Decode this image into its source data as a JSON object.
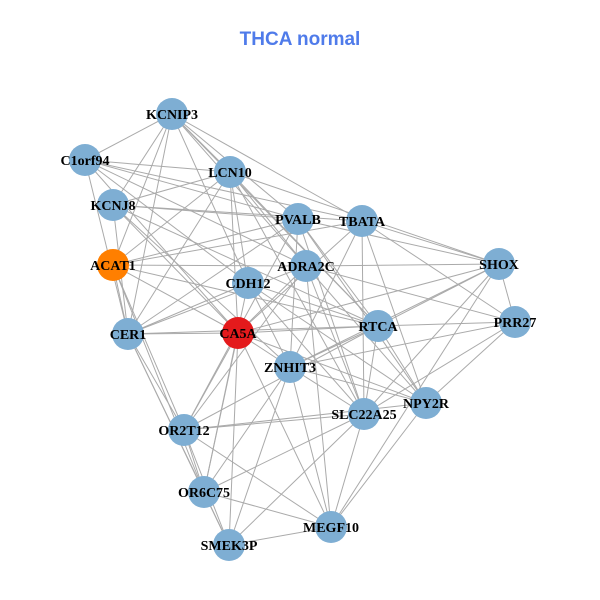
{
  "title": "THCA normal",
  "colors": {
    "default_node": "#7eaed3",
    "highlight_red": "#e41a1c",
    "highlight_orange": "#ff7f00",
    "edge": "#aaaaaa",
    "title": "#4f7bea"
  },
  "nodes": [
    {
      "id": "KCNIP3",
      "color": "default"
    },
    {
      "id": "C1orf94",
      "color": "default"
    },
    {
      "id": "LCN10",
      "color": "default"
    },
    {
      "id": "KCNJ8",
      "color": "default"
    },
    {
      "id": "PVALB",
      "color": "default"
    },
    {
      "id": "TBATA",
      "color": "default"
    },
    {
      "id": "ACAT1",
      "color": "orange"
    },
    {
      "id": "ADRA2C",
      "color": "default"
    },
    {
      "id": "CDH12",
      "color": "default"
    },
    {
      "id": "SHOX",
      "color": "default"
    },
    {
      "id": "CER1",
      "color": "default"
    },
    {
      "id": "CA5A",
      "color": "red"
    },
    {
      "id": "RTCA",
      "color": "default"
    },
    {
      "id": "PRR27",
      "color": "default"
    },
    {
      "id": "ZNHIT3",
      "color": "default"
    },
    {
      "id": "NPY2R",
      "color": "default"
    },
    {
      "id": "SLC22A25",
      "color": "default"
    },
    {
      "id": "OR2T12",
      "color": "default"
    },
    {
      "id": "OR6C75",
      "color": "default"
    },
    {
      "id": "MEGF10",
      "color": "default"
    },
    {
      "id": "SMEK3P",
      "color": "default"
    }
  ],
  "edges": [
    [
      "KCNIP3",
      "C1orf94"
    ],
    [
      "KCNIP3",
      "LCN10"
    ],
    [
      "KCNIP3",
      "TBATA"
    ],
    [
      "KCNIP3",
      "PVALB"
    ],
    [
      "KCNIP3",
      "CER1"
    ],
    [
      "KCNIP3",
      "ACAT1"
    ],
    [
      "KCNIP3",
      "KCNJ8"
    ],
    [
      "KCNIP3",
      "CDH12"
    ],
    [
      "KCNIP3",
      "ADRA2C"
    ],
    [
      "KCNIP3",
      "RTCA"
    ],
    [
      "C1orf94",
      "LCN10"
    ],
    [
      "C1orf94",
      "PVALB"
    ],
    [
      "C1orf94",
      "TBATA"
    ],
    [
      "C1orf94",
      "CA5A"
    ],
    [
      "C1orf94",
      "CER1"
    ],
    [
      "C1orf94",
      "ADRA2C"
    ],
    [
      "C1orf94",
      "CDH12"
    ],
    [
      "LCN10",
      "KCNJ8"
    ],
    [
      "LCN10",
      "ACAT1"
    ],
    [
      "LCN10",
      "CER1"
    ],
    [
      "LCN10",
      "CDH12"
    ],
    [
      "LCN10",
      "ADRA2C"
    ],
    [
      "LCN10",
      "RTCA"
    ],
    [
      "LCN10",
      "SHOX"
    ],
    [
      "LCN10",
      "CA5A"
    ],
    [
      "LCN10",
      "SLC22A25"
    ],
    [
      "KCNJ8",
      "PVALB"
    ],
    [
      "KCNJ8",
      "TBATA"
    ],
    [
      "KCNJ8",
      "CA5A"
    ],
    [
      "KCNJ8",
      "CER1"
    ],
    [
      "KCNJ8",
      "ZNHIT3"
    ],
    [
      "KCNJ8",
      "RTCA"
    ],
    [
      "PVALB",
      "ACAT1"
    ],
    [
      "PVALB",
      "CER1"
    ],
    [
      "PVALB",
      "SHOX"
    ],
    [
      "PVALB",
      "RTCA"
    ],
    [
      "PVALB",
      "NPY2R"
    ],
    [
      "PVALB",
      "ZNHIT3"
    ],
    [
      "PVALB",
      "SLC22A25"
    ],
    [
      "PVALB",
      "OR2T12"
    ],
    [
      "TBATA",
      "ACAT1"
    ],
    [
      "TBATA",
      "SHOX"
    ],
    [
      "TBATA",
      "PRR27"
    ],
    [
      "TBATA",
      "SLC22A25"
    ],
    [
      "TBATA",
      "NPY2R"
    ],
    [
      "TBATA",
      "CA5A"
    ],
    [
      "TBATA",
      "ZNHIT3"
    ],
    [
      "ACAT1",
      "ADRA2C"
    ],
    [
      "ACAT1",
      "CER1"
    ],
    [
      "ACAT1",
      "CA5A"
    ],
    [
      "ACAT1",
      "OR2T12"
    ],
    [
      "ACAT1",
      "OR6C75"
    ],
    [
      "ACAT1",
      "RTCA"
    ],
    [
      "ADRA2C",
      "SHOX"
    ],
    [
      "ADRA2C",
      "PRR27"
    ],
    [
      "ADRA2C",
      "CA5A"
    ],
    [
      "ADRA2C",
      "CER1"
    ],
    [
      "ADRA2C",
      "OR2T12"
    ],
    [
      "ADRA2C",
      "SLC22A25"
    ],
    [
      "ADRA2C",
      "MEGF10"
    ],
    [
      "ADRA2C",
      "NPY2R"
    ],
    [
      "CDH12",
      "CER1"
    ],
    [
      "CDH12",
      "RTCA"
    ],
    [
      "CDH12",
      "NPY2R"
    ],
    [
      "CDH12",
      "ZNHIT3"
    ],
    [
      "CDH12",
      "SLC22A25"
    ],
    [
      "CDH12",
      "OR6C75"
    ],
    [
      "SHOX",
      "RTCA"
    ],
    [
      "SHOX",
      "CA5A"
    ],
    [
      "SHOX",
      "ZNHIT3"
    ],
    [
      "SHOX",
      "SLC22A25"
    ],
    [
      "SHOX",
      "MEGF10"
    ],
    [
      "SHOX",
      "PRR27"
    ],
    [
      "CER1",
      "CA5A"
    ],
    [
      "CER1",
      "RTCA"
    ],
    [
      "CER1",
      "OR2T12"
    ],
    [
      "CER1",
      "OR6C75"
    ],
    [
      "CER1",
      "SMEK3P"
    ],
    [
      "CA5A",
      "RTCA"
    ],
    [
      "CA5A",
      "ZNHIT3"
    ],
    [
      "CA5A",
      "OR2T12"
    ],
    [
      "CA5A",
      "OR6C75"
    ],
    [
      "CA5A",
      "SMEK3P"
    ],
    [
      "CA5A",
      "MEGF10"
    ],
    [
      "CA5A",
      "NPY2R"
    ],
    [
      "RTCA",
      "PRR27"
    ],
    [
      "RTCA",
      "ZNHIT3"
    ],
    [
      "RTCA",
      "OR2T12"
    ],
    [
      "RTCA",
      "SLC22A25"
    ],
    [
      "RTCA",
      "NPY2R"
    ],
    [
      "PRR27",
      "ZNHIT3"
    ],
    [
      "PRR27",
      "NPY2R"
    ],
    [
      "PRR27",
      "SLC22A25"
    ],
    [
      "ZNHIT3",
      "OR6C75"
    ],
    [
      "ZNHIT3",
      "SMEK3P"
    ],
    [
      "ZNHIT3",
      "NPY2R"
    ],
    [
      "ZNHIT3",
      "MEGF10"
    ],
    [
      "ZNHIT3",
      "SLC22A25"
    ],
    [
      "NPY2R",
      "OR2T12"
    ],
    [
      "NPY2R",
      "MEGF10"
    ],
    [
      "SLC22A25",
      "OR2T12"
    ],
    [
      "SLC22A25",
      "OR6C75"
    ],
    [
      "SLC22A25",
      "SMEK3P"
    ],
    [
      "SLC22A25",
      "MEGF10"
    ],
    [
      "OR2T12",
      "OR6C75"
    ],
    [
      "OR2T12",
      "SMEK3P"
    ],
    [
      "OR2T12",
      "MEGF10"
    ],
    [
      "OR6C75",
      "SMEK3P"
    ],
    [
      "OR6C75",
      "MEGF10"
    ],
    [
      "SMEK3P",
      "MEGF10"
    ]
  ]
}
